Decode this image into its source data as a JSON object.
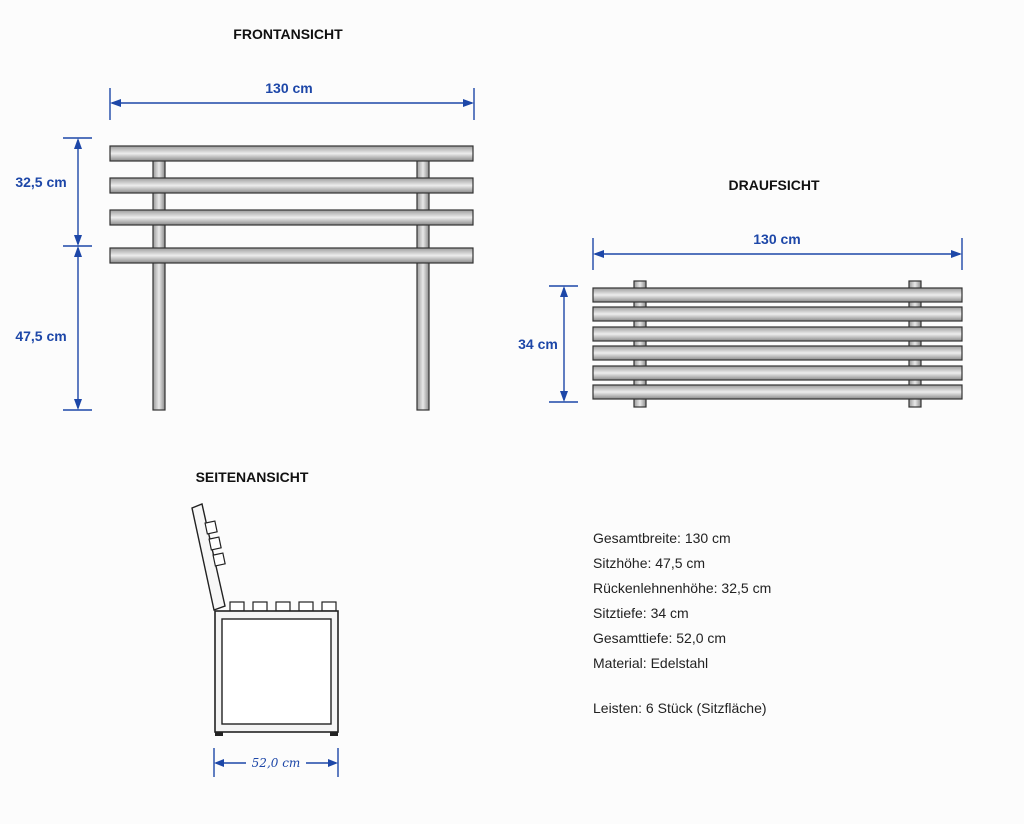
{
  "front_view": {
    "title": "FRONTANSICHT",
    "width_label": "130 cm",
    "backrest_label": "32,5 cm",
    "seat_height_label": "47,5 cm"
  },
  "top_view": {
    "title": "DRAUFSICHT",
    "width_label": "130 cm",
    "depth_label": "34 cm"
  },
  "side_view": {
    "title": "SEITENANSICHT",
    "depth_label": "52,0 cm"
  },
  "specs": {
    "lines": [
      "Gesamtbreite: 130 cm",
      "Sitzhöhe: 47,5 cm",
      "Rückenlehnenhöhe: 32,5 cm",
      "Sitztiefe: 34 cm",
      "Gesamttiefe: 52,0 cm",
      "Material: Edelstahl"
    ],
    "slats": "Leisten: 6 Stück (Sitzfläche)"
  },
  "colors": {
    "dimension": "#1d47a8",
    "outline": "#333333"
  }
}
